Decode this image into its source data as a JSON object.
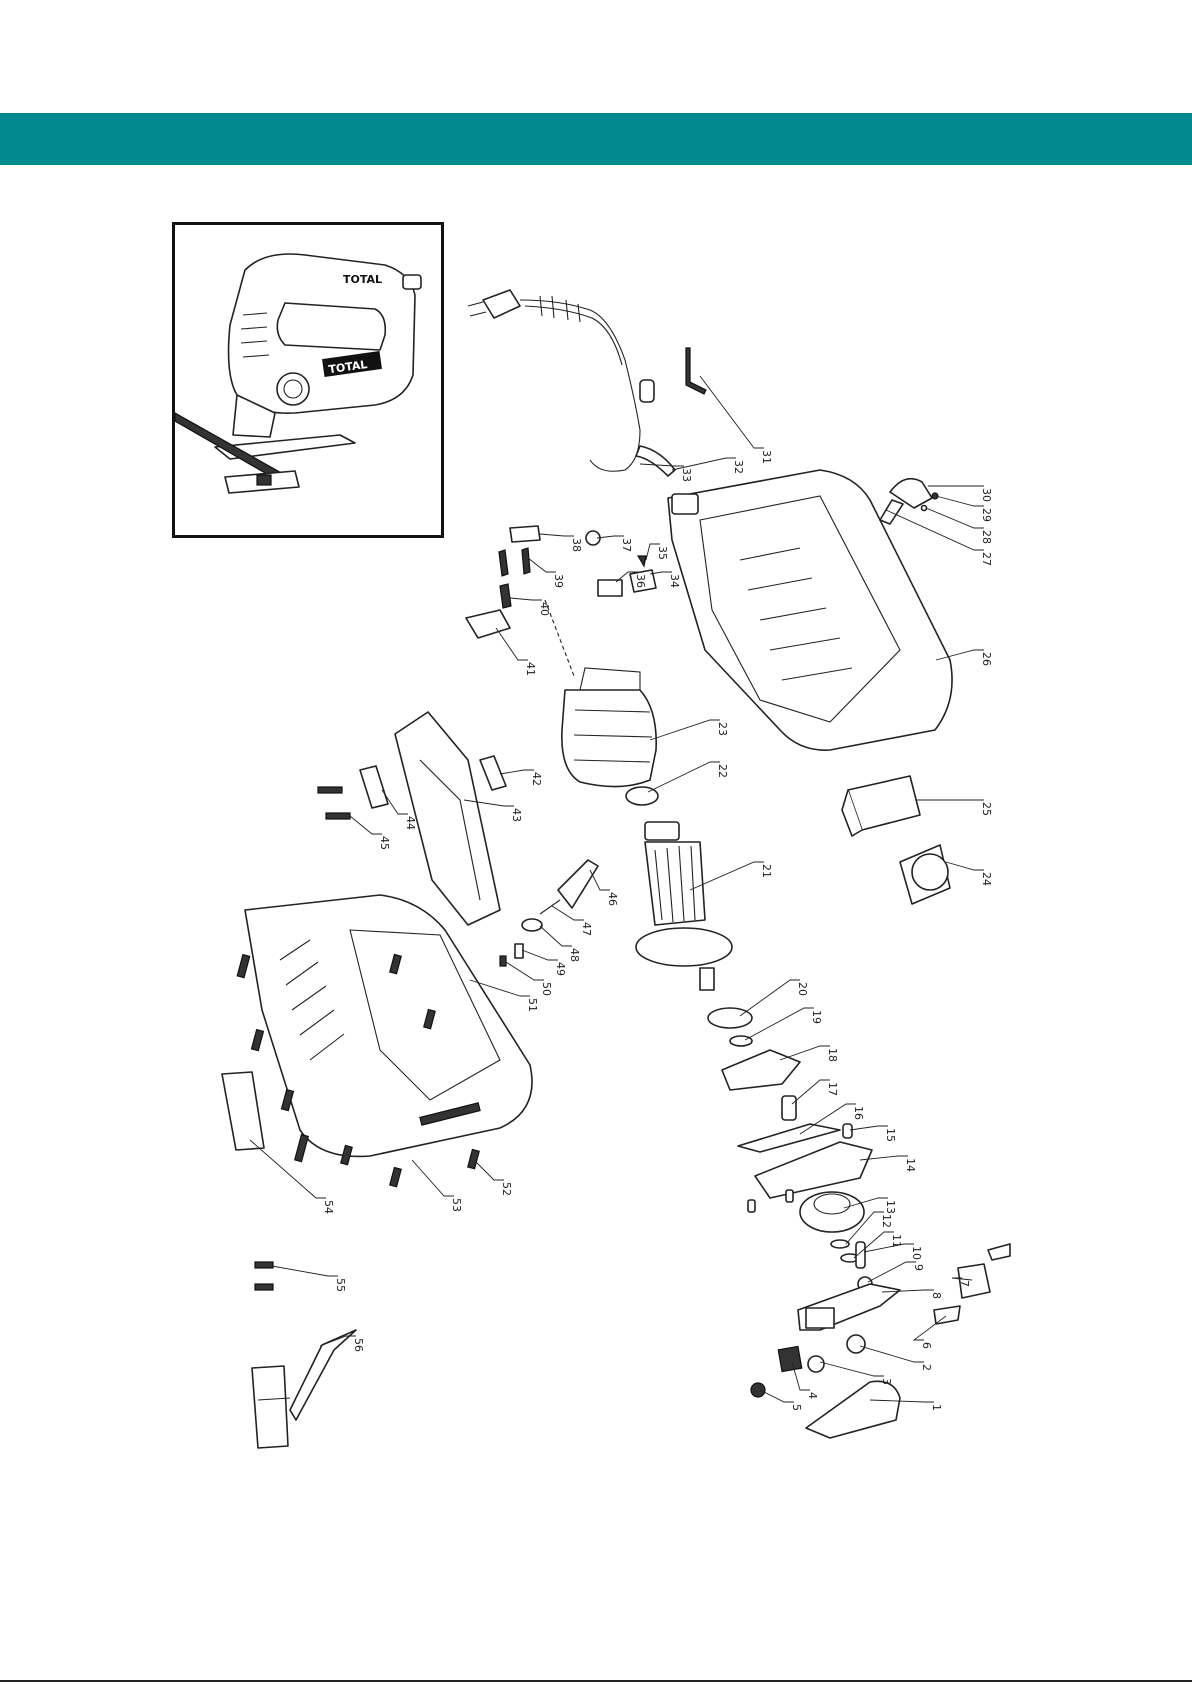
{
  "header": {
    "band_color": "#00898f"
  },
  "inset": {
    "product_brand_front": "TOTAL",
    "product_brand_top": "TOTAL"
  },
  "callouts": [
    "1",
    "2",
    "3",
    "4",
    "5",
    "6",
    "7",
    "8",
    "9",
    "10",
    "11",
    "12",
    "13",
    "14",
    "15",
    "16",
    "17",
    "18",
    "19",
    "20",
    "21",
    "22",
    "23",
    "24",
    "25",
    "26",
    "27",
    "28",
    "29",
    "30",
    "31",
    "32",
    "33",
    "34",
    "35",
    "36",
    "37",
    "38",
    "39",
    "40",
    "41",
    "42",
    "43",
    "44",
    "45",
    "46",
    "47",
    "48",
    "49",
    "50",
    "51",
    "52",
    "53",
    "54",
    "55",
    "56"
  ]
}
